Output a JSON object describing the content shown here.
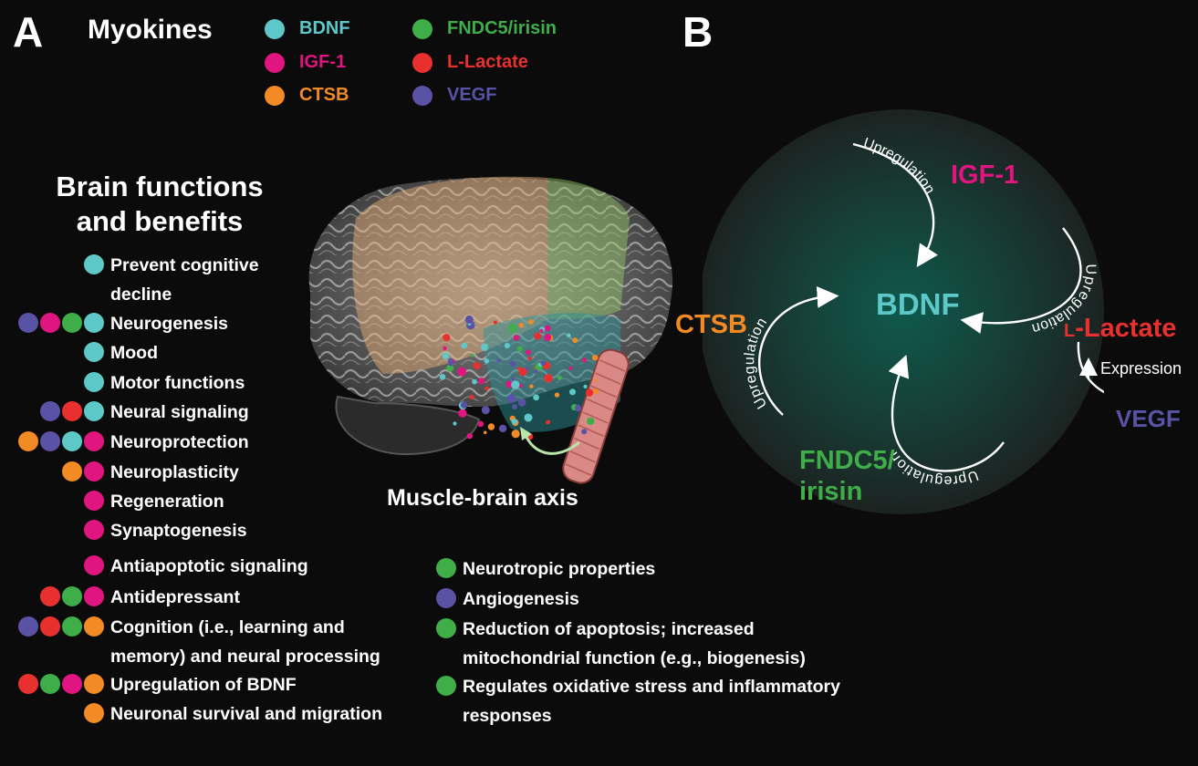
{
  "panel_a": {
    "letter": "A",
    "myokines_title": "Myokines",
    "legend": [
      {
        "name": "BDNF",
        "color": "#5ec8c9"
      },
      {
        "name": "IGF-1",
        "color": "#e0157f"
      },
      {
        "name": "CTSB",
        "color": "#f28a25"
      },
      {
        "name": "FNDC5/irisin",
        "color": "#3fae49"
      },
      {
        "name": "L-Lactate",
        "color": "#e8312e"
      },
      {
        "name": "VEGF",
        "color": "#5a53a5"
      }
    ],
    "brain_title_line1": "Brain functions",
    "brain_title_line2": "and benefits",
    "functions_left": [
      {
        "label": "Prevent cognitive",
        "label2": "decline",
        "dots": [
          "#5ec8c9"
        ]
      },
      {
        "label": "Neurogenesis",
        "dots": [
          "#5a53a5",
          "#e0157f",
          "#3fae49",
          "#5ec8c9"
        ]
      },
      {
        "label": "Mood",
        "dots": [
          "#5ec8c9"
        ]
      },
      {
        "label": "Motor functions",
        "dots": [
          "#5ec8c9"
        ]
      },
      {
        "label": "Neural signaling",
        "dots": [
          "#5a53a5",
          "#e8312e",
          "#5ec8c9"
        ]
      },
      {
        "label": "Neuroprotection",
        "dots": [
          "#f28a25",
          "#5a53a5",
          "#5ec8c9",
          "#e0157f"
        ]
      },
      {
        "label": "Neuroplasticity",
        "dots": [
          "#f28a25",
          "#e0157f"
        ]
      },
      {
        "label": "Regeneration",
        "dots": [
          "#e0157f"
        ]
      },
      {
        "label": "Synaptogenesis",
        "dots": [
          "#e0157f"
        ]
      },
      {
        "label": "Antiapoptotic signaling",
        "dots": [
          "#e0157f"
        ]
      },
      {
        "label": "Antidepressant",
        "dots": [
          "#e8312e",
          "#3fae49",
          "#e0157f"
        ]
      },
      {
        "label": "Cognition (i.e., learning and",
        "label2": "memory) and neural processing",
        "dots": [
          "#5a53a5",
          "#e8312e",
          "#3fae49",
          "#f28a25"
        ]
      },
      {
        "label": "Upregulation of BDNF",
        "dots": [
          "#e8312e",
          "#3fae49",
          "#e0157f",
          "#f28a25"
        ]
      },
      {
        "label": "Neuronal survival and migration",
        "dots": [
          "#f28a25"
        ]
      }
    ],
    "functions_right": [
      {
        "label": "Neurotropic properties",
        "dots": [
          "#3fae49"
        ]
      },
      {
        "label": "Angiogenesis",
        "dots": [
          "#5a53a5"
        ]
      },
      {
        "label": "Reduction of apoptosis; increased",
        "label2": "mitochondrial function (e.g., biogenesis)",
        "dots": [
          "#3fae49"
        ]
      },
      {
        "label": "Regulates oxidative stress and inflammatory",
        "label2": "responses",
        "dots": [
          "#3fae49"
        ]
      }
    ],
    "axis_label": "Muscle-brain axis"
  },
  "panel_b": {
    "letter": "B",
    "center": "BDNF",
    "igf": "IGF-1",
    "ctsb": "CTSB",
    "lactate_prefix": "L",
    "lactate": "-Lactate",
    "fndc5_line1": "FNDC5/",
    "fndc5_line2": "irisin",
    "vegf": "VEGF",
    "upregulation": "Upregulation",
    "expression": "Expression",
    "colors": {
      "bdnf": "#5ec8c9",
      "igf": "#e0157f",
      "ctsb": "#f28a25",
      "lactate": "#e8312e",
      "fndc5": "#3fae49",
      "vegf": "#5a53a5"
    }
  }
}
